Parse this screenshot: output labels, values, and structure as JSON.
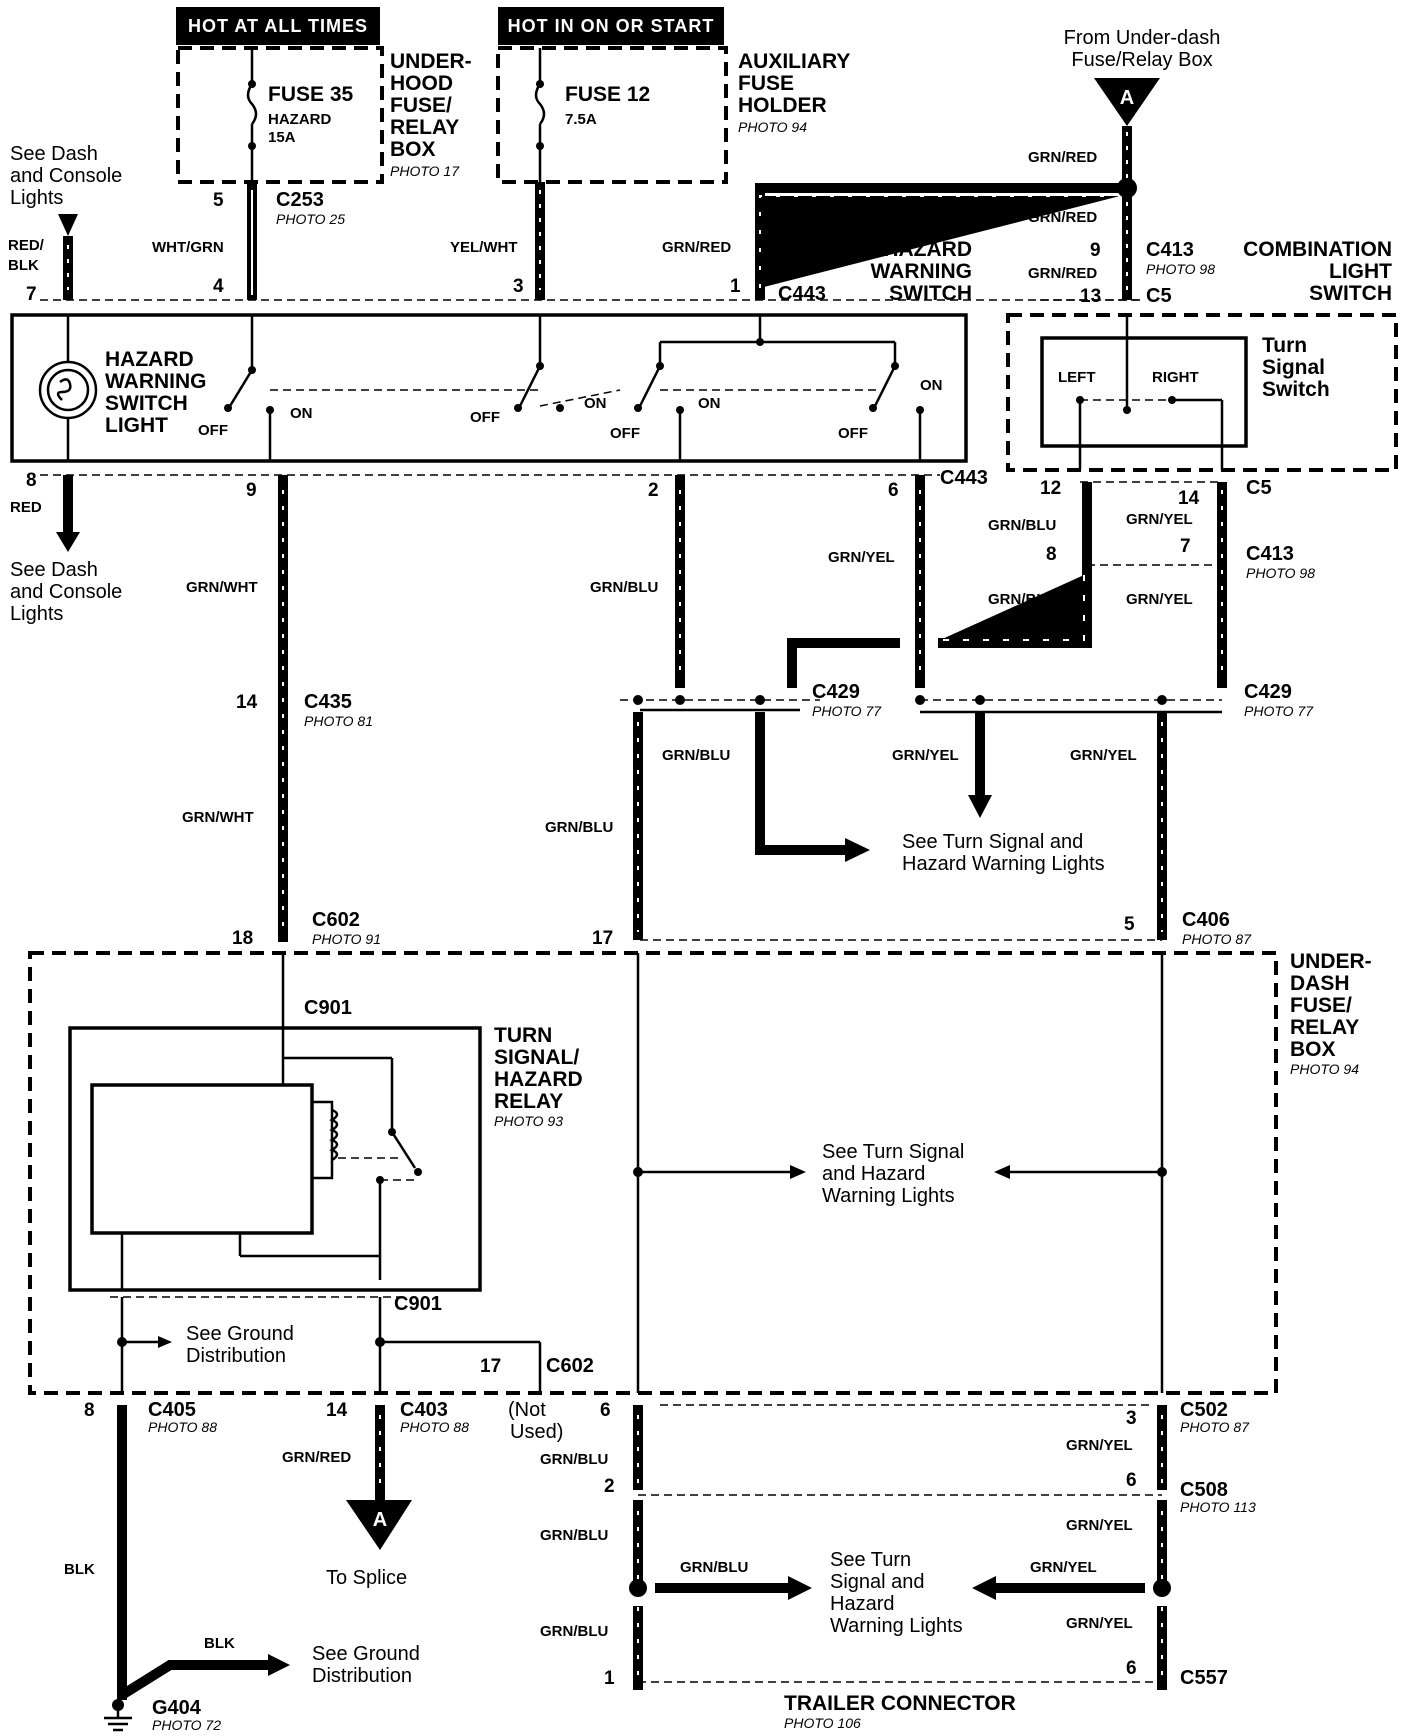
{
  "headers": {
    "hot_at_all_times": "HOT AT ALL TIMES",
    "hot_in_on_or_start": "HOT IN ON OR START"
  },
  "components": {
    "underhood_box": [
      "UNDER-",
      "HOOD",
      "FUSE/",
      "RELAY",
      "BOX"
    ],
    "underhood_photo": "PHOTO 17",
    "fuse35": "FUSE 35",
    "fuse35_name": "HAZARD",
    "fuse35_amp": "15A",
    "fuse12": "FUSE 12",
    "fuse12_amp": "7.5A",
    "aux_holder": [
      "AUXILIARY",
      "FUSE",
      "HOLDER"
    ],
    "aux_photo": "PHOTO 94",
    "from_underdash": [
      "From Under-dash",
      "Fuse/Relay Box"
    ],
    "hazard_switch": [
      "HAZARD",
      "WARNING",
      "SWITCH"
    ],
    "combo_switch": [
      "COMBINATION",
      "LIGHT",
      "SWITCH"
    ],
    "hazard_light": [
      "HAZARD",
      "WARNING",
      "SWITCH",
      "LIGHT"
    ],
    "turn_signal_switch": [
      "Turn",
      "Signal",
      "Switch"
    ],
    "relay": [
      "TURN",
      "SIGNAL/",
      "HAZARD",
      "RELAY"
    ],
    "relay_photo": "PHOTO 93",
    "underdash_box": [
      "UNDER-",
      "DASH",
      "FUSE/",
      "RELAY",
      "BOX"
    ],
    "underdash_photo": "PHOTO 94",
    "trailer": "TRAILER CONNECTOR",
    "trailer_photo": "PHOTO 106"
  },
  "switch_labels": {
    "off": "OFF",
    "on": "ON",
    "left": "LEFT",
    "right": "RIGHT"
  },
  "notes": {
    "see_dash_top": [
      "See Dash",
      "and Console",
      "Lights"
    ],
    "see_dash_mid": [
      "See Dash",
      "and Console",
      "Lights"
    ],
    "see_turn_1": [
      "See Turn Signal  and",
      "Hazard  Warning Lights"
    ],
    "see_turn_2": [
      "See Turn Signal",
      "and  Hazard",
      "Warning Lights"
    ],
    "see_turn_3": [
      "See Turn",
      "Signal and",
      "Hazard",
      "Warning Lights"
    ],
    "see_ground_1": [
      "See Ground",
      "Distribution"
    ],
    "see_ground_2": [
      "See Ground",
      "Distribution"
    ],
    "to_splice": "To Splice",
    "not_used": [
      "(Not",
      "Used)"
    ],
    "splice_a": "A"
  },
  "connectors": {
    "c253": "C253",
    "c253_photo": "PHOTO 25",
    "c443": "C443",
    "c413": "C413",
    "c413_photo": "PHOTO 98",
    "c5": "C5",
    "c435": "C435",
    "c435_photo": "PHOTO 81",
    "c429": "C429",
    "c429_photo": "PHOTO 77",
    "c602": "C602",
    "c602_photo": "PHOTO 91",
    "c406": "C406",
    "c406_photo": "PHOTO 87",
    "c901": "C901",
    "c405": "C405",
    "c405_photo": "PHOTO 88",
    "c403": "C403",
    "c403_photo": "PHOTO 88",
    "c502": "C502",
    "c502_photo": "PHOTO 87",
    "c508": "C508",
    "c508_photo": "PHOTO 113",
    "c557": "C557",
    "g404": "G404",
    "g404_photo": "PHOTO 72"
  },
  "wires": {
    "grn_red": "GRN/RED",
    "wht_grn": "WHT/GRN",
    "yel_wht": "YEL/WHT",
    "red_blk": [
      "RED/",
      "BLK"
    ],
    "red": "RED",
    "grn_wht": "GRN/WHT",
    "grn_blu": "GRN/BLU",
    "grn_yel": "GRN/YEL",
    "blk": "BLK"
  },
  "pins": {
    "p5": "5",
    "p4": "4",
    "p3": "3",
    "p1": "1",
    "p7": "7",
    "p9": "9",
    "p13": "13",
    "p8": "8",
    "p2": "2",
    "p6": "6",
    "p12": "12",
    "p14": "14",
    "p18": "18",
    "p17": "17"
  }
}
